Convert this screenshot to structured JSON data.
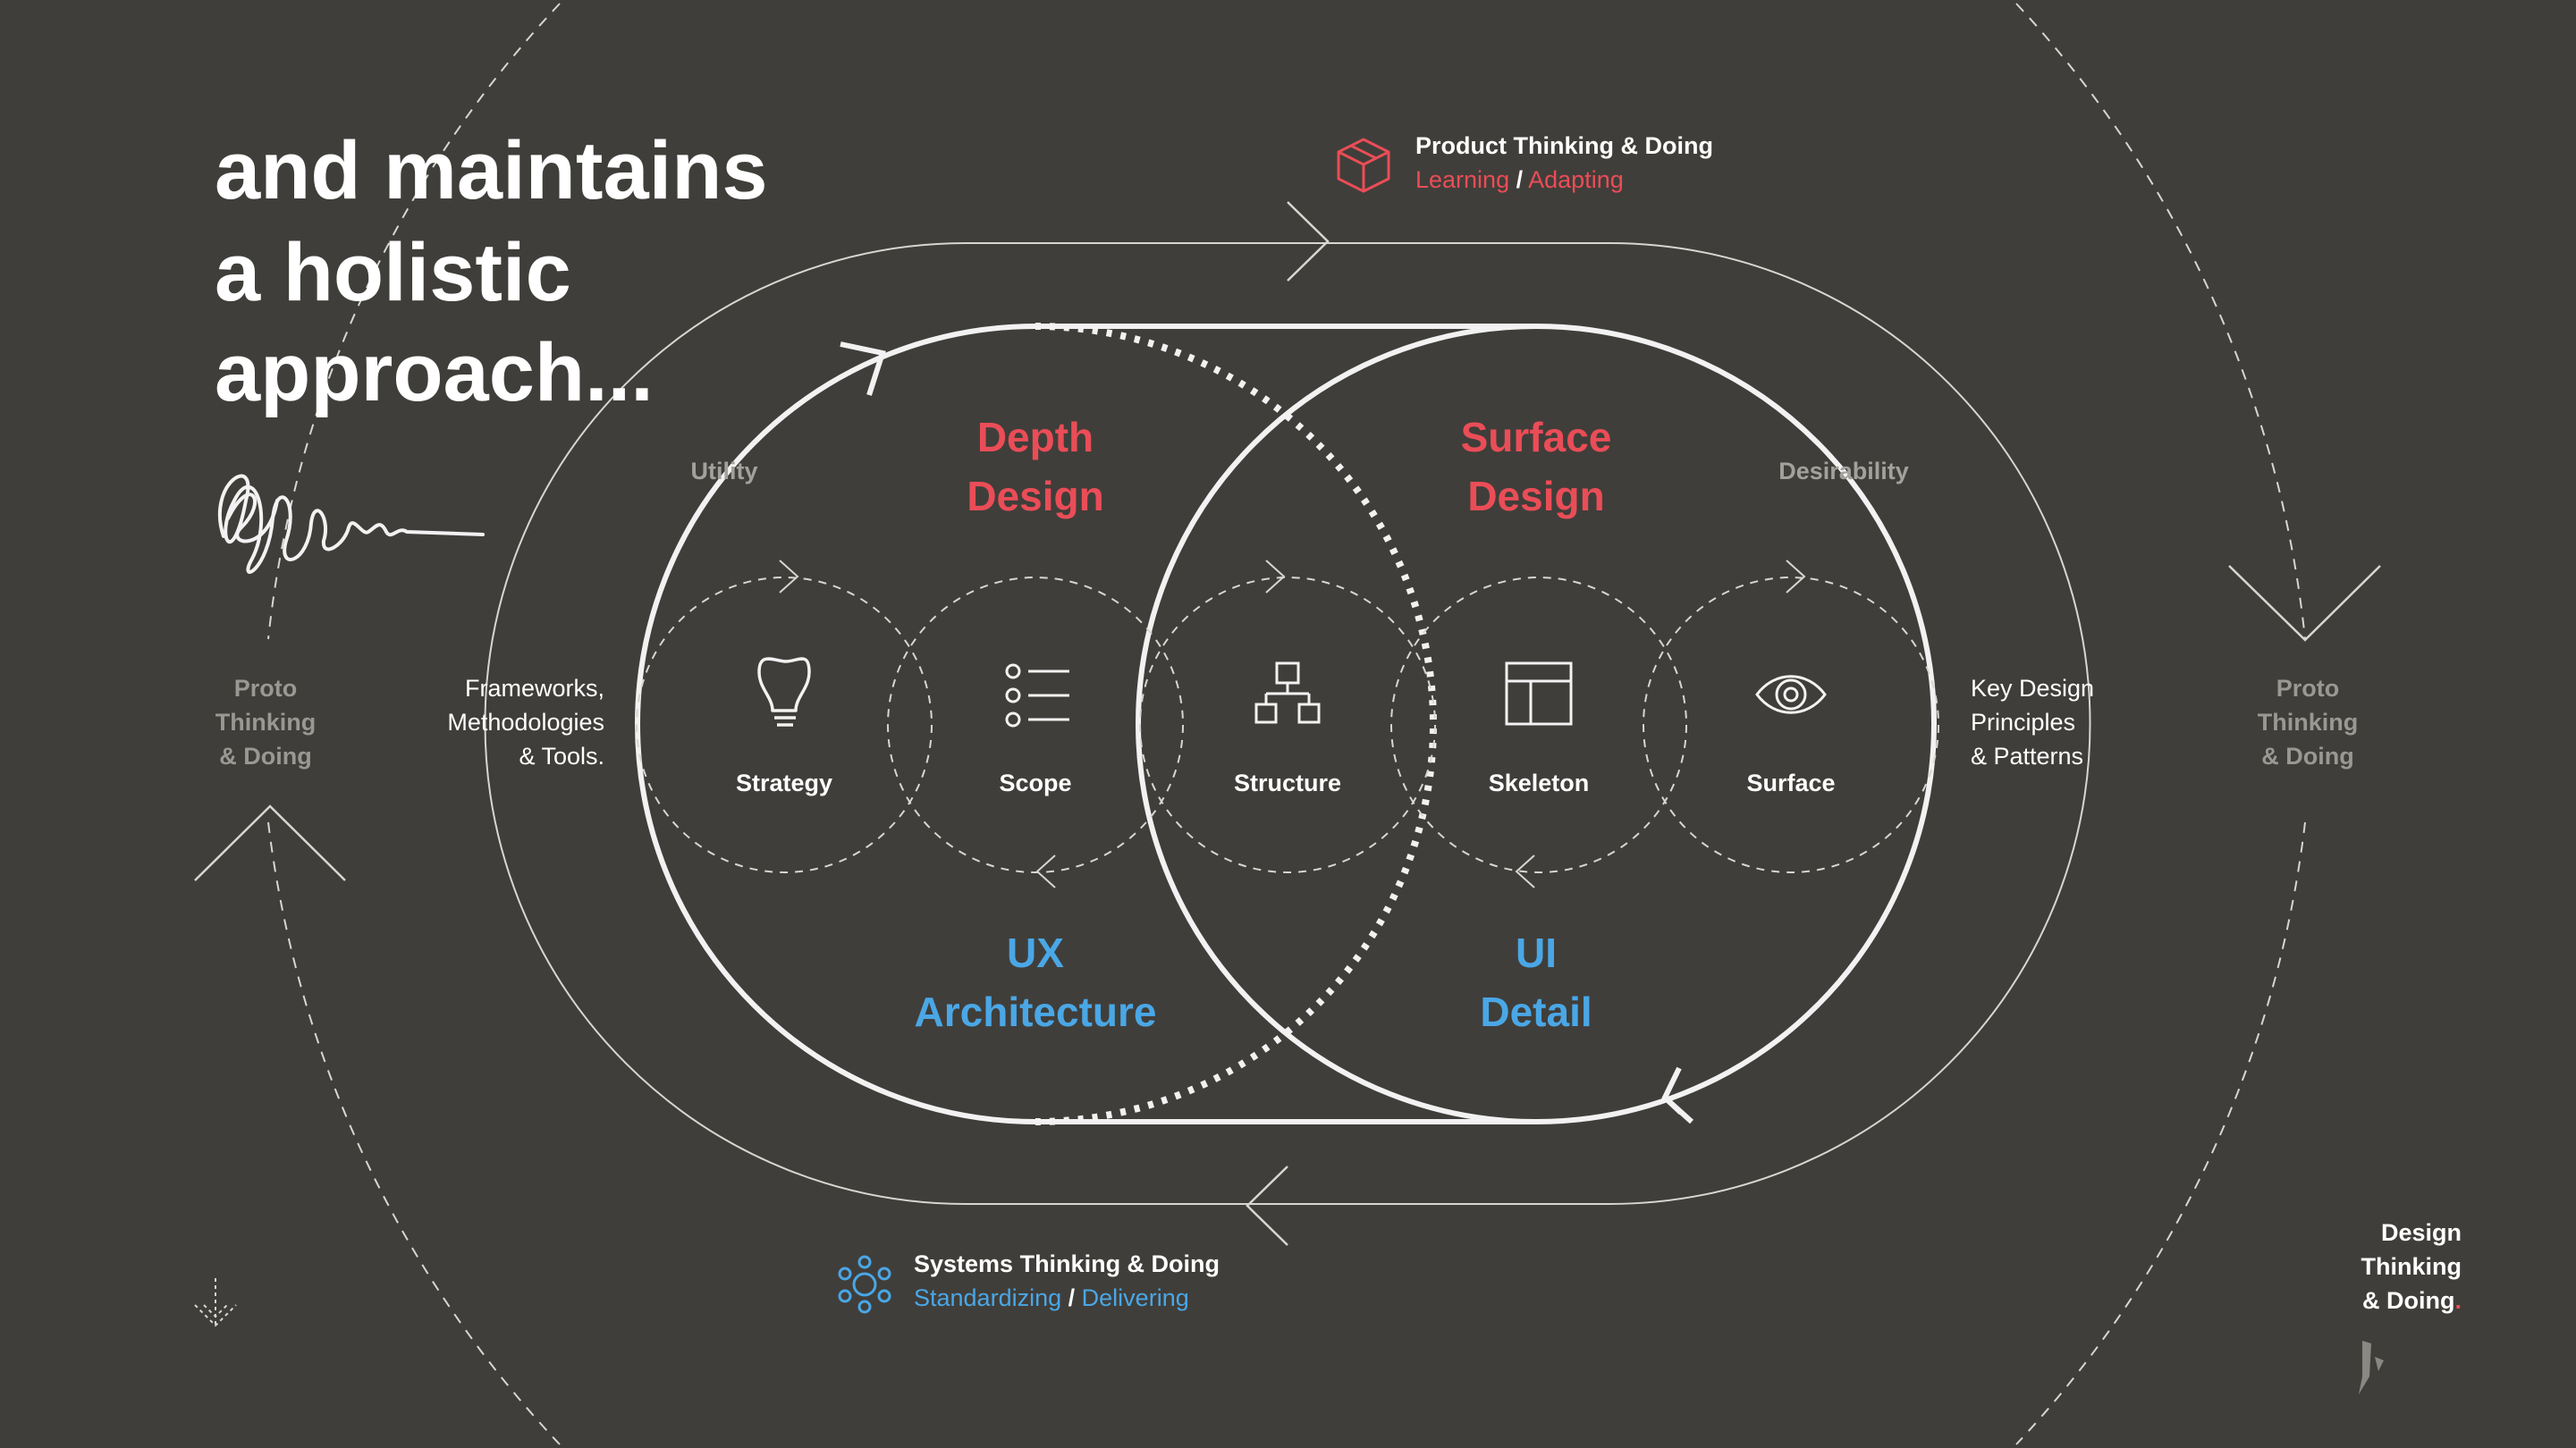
{
  "headline": {
    "line1": "and maintains",
    "line2": "a holistic",
    "line3": "approach..."
  },
  "top_cycle": {
    "title": "Product Thinking & Doing",
    "sub_a": "Learning",
    "slash": "/",
    "sub_b": "Adapting",
    "icon": "box-icon"
  },
  "bottom_cycle": {
    "title": "Systems Thinking & Doing",
    "sub_a": "Standardizing",
    "slash": "/",
    "sub_b": "Delivering",
    "icon": "network-icon"
  },
  "axis_labels": {
    "left": "Utility",
    "right": "Desirability"
  },
  "quadrants": {
    "depth": {
      "line1": "Depth",
      "line2": "Design"
    },
    "surface": {
      "line1": "Surface",
      "line2": "Design"
    },
    "ux": {
      "line1": "UX",
      "line2": "Architecture"
    },
    "ui": {
      "line1": "UI",
      "line2": "Detail"
    }
  },
  "planes": [
    {
      "label": "Strategy",
      "icon": "lightbulb-icon"
    },
    {
      "label": "Scope",
      "icon": "list-icon"
    },
    {
      "label": "Structure",
      "icon": "hierarchy-icon"
    },
    {
      "label": "Skeleton",
      "icon": "wireframe-icon"
    },
    {
      "label": "Surface",
      "icon": "eye-icon"
    }
  ],
  "left_note": {
    "line1": "Frameworks,",
    "line2": "Methodologies",
    "line3": "& Tools."
  },
  "right_note": {
    "line1": "Key Design",
    "line2": "Principles",
    "line3": "& Patterns"
  },
  "proto_left": {
    "line1": "Proto",
    "line2": "Thinking",
    "line3": "& Doing"
  },
  "proto_right": {
    "line1": "Proto",
    "line2": "Thinking",
    "line3": "& Doing"
  },
  "footer_brand": {
    "line1": "Design",
    "line2": "Thinking",
    "line3": "& Doing",
    "dot": "."
  },
  "colors": {
    "background": "#403e3a",
    "accent_red": "#ea4d57",
    "accent_blue": "#4aa7e6",
    "line": "#f2f2f2"
  }
}
